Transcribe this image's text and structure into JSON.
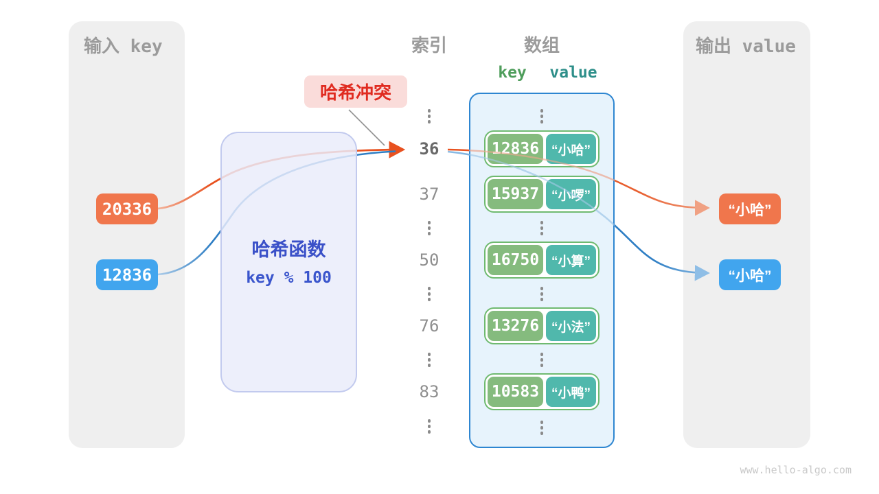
{
  "colors": {
    "accent_orange": "#F0764C",
    "accent_blue": "#41A5EE",
    "key_green": "#85BB7E",
    "value_teal": "#50B8AC",
    "pair_border_green": "#6FBA70",
    "array_border_blue": "#2E86D1",
    "array_fill": "#E4F1FB",
    "hash_box_fill": "#E9ECFA",
    "hash_box_border": "#C2CAEE",
    "hash_text_blue": "#3A50C8",
    "collision_bg": "#FADCDA",
    "collision_red": "#E02B20",
    "panel_gray": "#EFEFEF",
    "title_gray": "#9B9B9B",
    "arrow_orange": "#E8511F",
    "arrow_blue": "#2E7EC4",
    "key_header_green": "#4E9D5B",
    "value_header_teal": "#2E8F8A"
  },
  "input_panel": {
    "title": "输入 key",
    "keys": [
      "20336",
      "12836"
    ]
  },
  "hash_box": {
    "name": "哈希函数",
    "formula": "key % 100"
  },
  "collision_label": "哈希冲突",
  "index_column": {
    "title": "索引",
    "values": [
      "36",
      "37",
      "50",
      "76",
      "83"
    ]
  },
  "array_panel": {
    "title": "数组",
    "key_header": "key",
    "value_header": "value",
    "items": [
      {
        "key": "12836",
        "value": "“小哈”"
      },
      {
        "key": "15937",
        "value": "“小啰”"
      },
      {
        "key": "16750",
        "value": "“小算”"
      },
      {
        "key": "13276",
        "value": "“小法”"
      },
      {
        "key": "10583",
        "value": "“小鸭”"
      }
    ]
  },
  "output_panel": {
    "title": "输出 value",
    "values": [
      "“小哈”",
      "“小哈”"
    ]
  },
  "watermark": "www.hello-algo.com"
}
